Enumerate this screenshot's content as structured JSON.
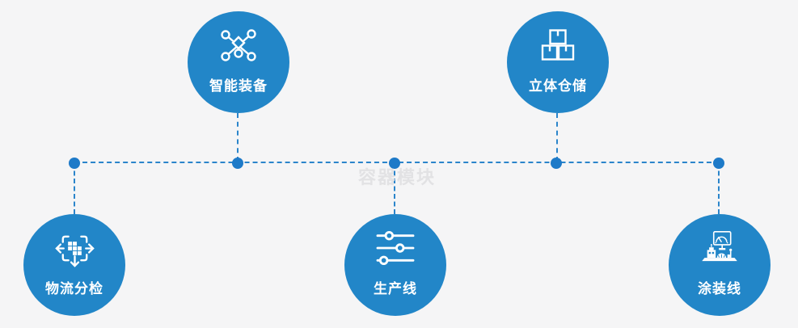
{
  "watermark": "容器模块",
  "colors": {
    "background": "#f5f5f6",
    "node_blue": "#2286c8",
    "connector_blue": "#2b85cb",
    "junction_dot_blue": "#1e7ac8",
    "icon_white": "#ffffff",
    "watermark_gray": "#e2e2e4"
  },
  "nodes": [
    {
      "id": "smart-equipment",
      "label": "智能装备",
      "icon": "network-nodes-icon",
      "row": "top"
    },
    {
      "id": "warehouse",
      "label": "立体仓储",
      "icon": "stacked-boxes-icon",
      "row": "top"
    },
    {
      "id": "logistics-sorting",
      "label": "物流分检",
      "icon": "sorting-arrows-icon",
      "row": "bottom"
    },
    {
      "id": "production-line",
      "label": "生产线",
      "icon": "sliders-icon",
      "row": "bottom"
    },
    {
      "id": "painting-line",
      "label": "涂装线",
      "icon": "machine-monitor-icon",
      "row": "bottom"
    }
  ]
}
